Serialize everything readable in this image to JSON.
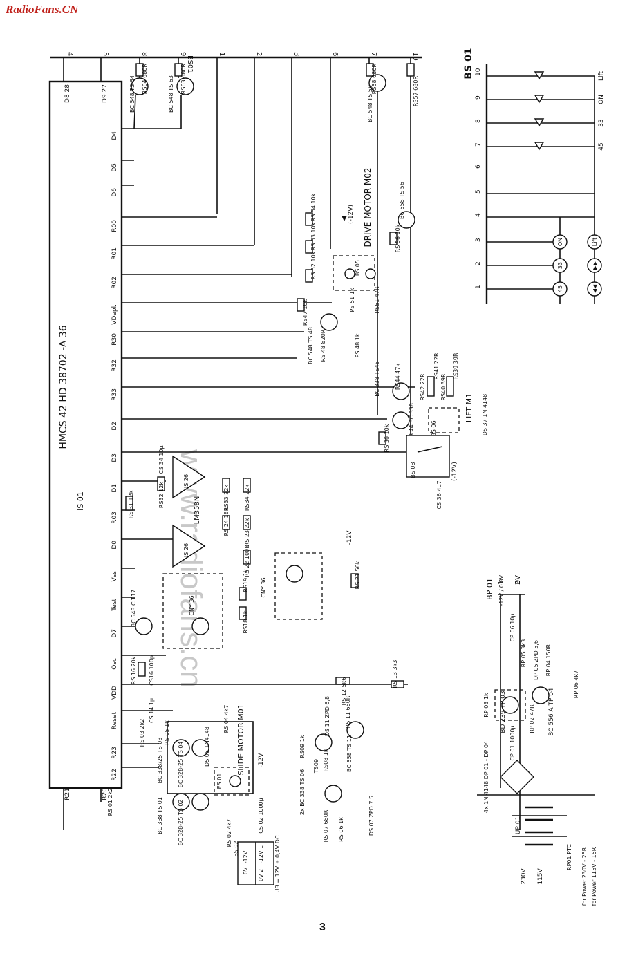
{
  "watermark": "RadioFans.CN",
  "watermark_faint": "www.radiofans.cn",
  "page_number": "3",
  "ic": {
    "name": "HMCS 42  HD 38702 -A 36",
    "ref": "IS 01",
    "pins": [
      "D8 28",
      "D9 27",
      "D4",
      "D5",
      "D6",
      "R00",
      "R01",
      "R02",
      "VDepl.",
      "R30",
      "R32",
      "R33",
      "D2",
      "D3",
      "D1",
      "R03",
      "D0",
      "Vss",
      "Test",
      "D7",
      "Osc",
      "VDD",
      "Reset",
      "R23",
      "R22",
      "R20",
      "R21"
    ]
  },
  "connector_top": {
    "name": "BS01",
    "pins": [
      "4",
      "5",
      "8",
      "9",
      "1",
      "2",
      "3",
      "6",
      "7",
      "10"
    ]
  },
  "drive_motor": {
    "label": "DRIVE MOTOR M02",
    "connector": "BS 05",
    "voltage": "(-12V)"
  },
  "slide_motor": {
    "label": "SLIDE MOTOR M01",
    "connector": "ES 01"
  },
  "lift_motor": {
    "label": "LIFT M1",
    "connector": "BS 06"
  },
  "opamp": {
    "label": "LM358N",
    "ref": "IS 26"
  },
  "optos": [
    "CNY 36",
    "CNY 36"
  ],
  "components": [
    "RS64 680R",
    "RS63 680R",
    "BC 548 TS 64",
    "BC 548 TS 63",
    "RS58 680R",
    "RS57 680R",
    "BC 548 TS 58",
    "RS 54 10k",
    "RS 53 10k",
    "RS 52 10k",
    "RS47 10k",
    "BC 548 TS 48",
    "RS 48 820R",
    "PS 48 1k",
    "PS 51 1k",
    "RS51 47R",
    "RS 56 10k",
    "BC 558 TS 56",
    "RS44 47k",
    "BC 338 TS46",
    "RS42 22R",
    "RS41 22R",
    "RS40 39R",
    "RS39 39R",
    "TS 44 BC 338",
    "DS 37 1N 4148",
    "RS 36 10k",
    "CS 36 4μ7",
    "CS 34 10μ",
    "RS32 12k",
    "RS 31 12k",
    "RS33 22k",
    "RS34 22k",
    "RS 24 18k",
    "RS 23 22k",
    "RS 22 100k",
    "RS 21 56k",
    "RS19 1k",
    "RS18 1k",
    "BC 548 C T17",
    "RS 16 20k",
    "CS16 100p",
    "CS 14 1μ",
    "RS 12 5k6",
    "RS 13 3k3",
    "RS 03 2k2",
    "RS 05 1k",
    "BC 338/25 TS 03",
    "BC 328-25 TS 04",
    "DS 05 1N4148",
    "RS 04 4k7",
    "BC 338 TS 01",
    "BC 328-25 TS 02",
    "RS 01 2k2",
    "RS 02 4k7",
    "CS 02 1000μ",
    "RS09 1k",
    "DS 11 ZPD 6,8",
    "RS 11 680R",
    "BC 558 TS 11",
    "RS08 1k",
    "RS 07 680R",
    "2x BC 338 TS 06",
    "TS09",
    "RS 06 1k",
    "DS 07 ZPD 7,5",
    "BD 239 TP 03",
    "RP 03 1k",
    "RP 02 47R",
    "BC 556 A TP 04",
    "RP 06 4k7",
    "RP 04 150R",
    "RP 05 3k3",
    "DP 05 ZPD 5,6",
    "CP 06 10μ",
    "CP 01 1000μ",
    "4x 1N 4148 DP 01 - DP 04",
    "UP 01",
    "RP01 PTC"
  ],
  "power_connector": {
    "name": "BS 02",
    "pins": [
      "0V",
      "-12V 1",
      "0V 2",
      "-12V"
    ],
    "note": "UB = 12V ± 0,4V DC"
  },
  "bp01": {
    "name": "BP 01",
    "pin1": "1",
    "pin1_label": "-12V / 0.8V",
    "pin2": "2",
    "pin2_label": "0V"
  },
  "mains": {
    "v230": "230V",
    "v115": "115V",
    "note1": "for Power 230V - 25R",
    "note2": "for Power 115V - 15R"
  },
  "switch_panel": {
    "name": "BS 01",
    "pins": [
      "1",
      "2",
      "3",
      "4",
      "5",
      "6",
      "7",
      "8",
      "9",
      "10"
    ],
    "buttons": [
      "45",
      "33",
      "ON",
      "◀◀",
      "▶▶",
      "Lift"
    ],
    "led_labels": [
      "45",
      "33",
      "ON",
      "Lift"
    ]
  },
  "labels": {
    "minus12v": "-12V",
    "minus12v_paren": "(-12V)",
    "zero_v": "0 V"
  }
}
